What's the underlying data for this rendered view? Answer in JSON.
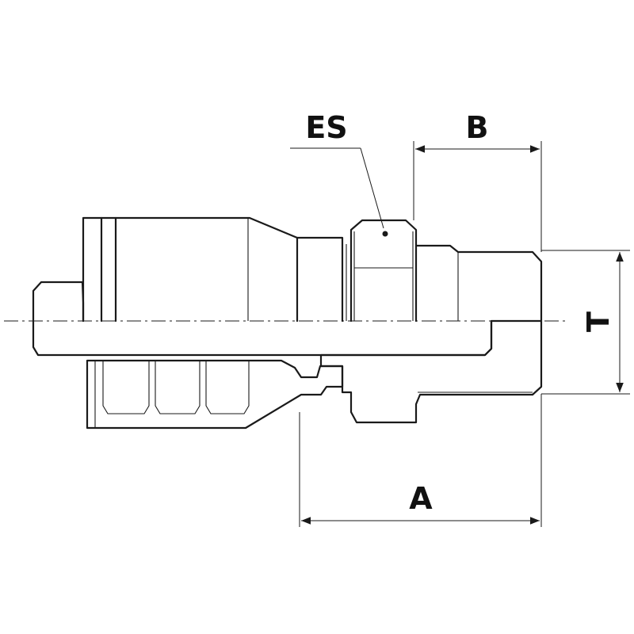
{
  "labels": {
    "es": "ES",
    "b": "B",
    "t": "T",
    "a": "A"
  },
  "colors": {
    "line": "#1a1a1a",
    "hatch": "#555555",
    "background": "#ffffff"
  }
}
